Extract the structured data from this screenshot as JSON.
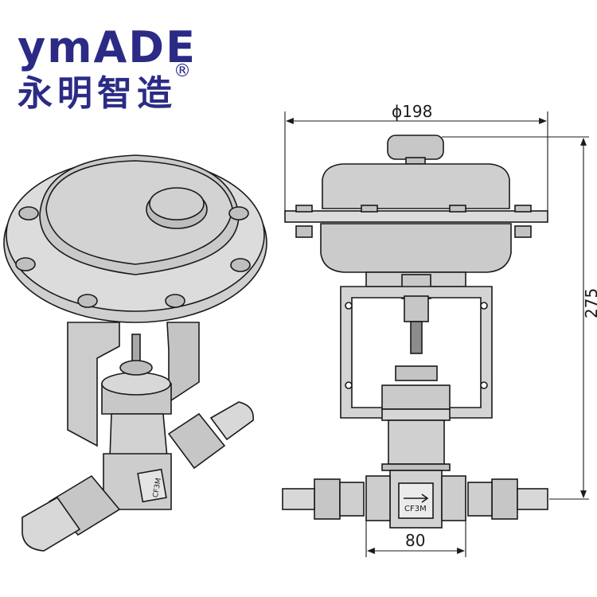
{
  "brand": {
    "name_latin": "ymADE",
    "name_cn": "永明智造",
    "registered_mark": "®",
    "color": "#2b2b86"
  },
  "drawing": {
    "dimensions": {
      "diameter": "ϕ198",
      "height": "275",
      "width": "80"
    },
    "body_marking": "CF3M",
    "line_color": "#1a1a1a",
    "fill_color": "#d6d6d6"
  }
}
